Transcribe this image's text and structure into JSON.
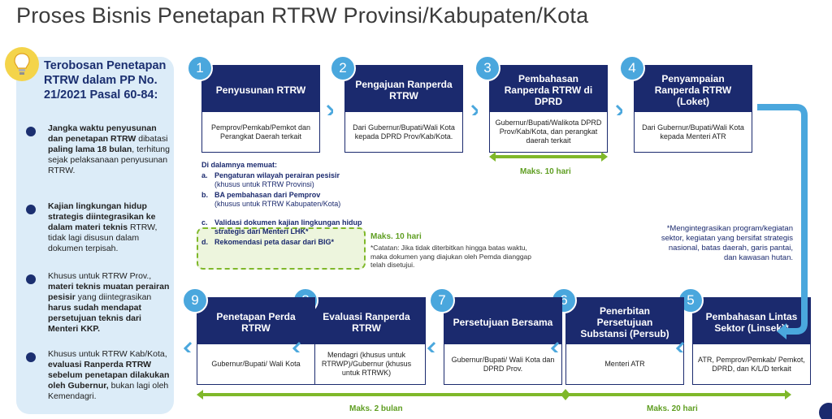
{
  "title": "Proses Bisnis Penetapan RTRW Provinsi/Kabupaten/Kota",
  "panel": {
    "title": "Terobosan Penetapan RTRW dalam PP No. 21/2021 Pasal 60-84:",
    "bullets": [
      {
        "parts": [
          {
            "b": true,
            "t": "Jangka waktu penyusunan dan penetapan RTRW"
          },
          {
            "b": false,
            "t": " dibatasi "
          },
          {
            "b": true,
            "t": "paling lama 18 bulan"
          },
          {
            "b": false,
            "t": ", terhitung sejak pelaksanaan penyusunan RTRW."
          }
        ]
      },
      {
        "parts": [
          {
            "b": true,
            "t": "Kajian lingkungan hidup strategis diintegrasikan ke dalam materi teknis"
          },
          {
            "b": false,
            "t": " RTRW, tidak lagi disusun dalam dokumen terpisah."
          }
        ]
      },
      {
        "parts": [
          {
            "b": false,
            "t": "Khusus untuk RTRW Prov., "
          },
          {
            "b": true,
            "t": "materi teknis muatan perairan pesisir"
          },
          {
            "b": false,
            "t": " yang diintegrasikan "
          },
          {
            "b": true,
            "t": "harus sudah mendapat persetujuan teknis dari Menteri KKP."
          }
        ]
      },
      {
        "parts": [
          {
            "b": false,
            "t": "Khusus untuk RTRW Kab/Kota, "
          },
          {
            "b": true,
            "t": "evaluasi Ranperda RTRW sebelum penetapan dilakukan oleh Gubernur,"
          },
          {
            "b": false,
            "t": " bukan lagi oleh Kemendagri."
          }
        ]
      }
    ]
  },
  "steps": [
    {
      "num": "1",
      "title": "Penyusunan RTRW",
      "desc": "Pemprov/Pemkab/Pemkot dan Perangkat Daerah terkait"
    },
    {
      "num": "2",
      "title": "Pengajuan Ranperda RTRW",
      "desc": "Dari Gubernur/Bupati/Wali Kota kepada DPRD Prov/Kab/Kota."
    },
    {
      "num": "3",
      "title": "Pembahasan Ranperda RTRW di DPRD",
      "desc": "Gubernur/Bupati/Walikota DPRD Prov/Kab/Kota, dan perangkat daerah terkait"
    },
    {
      "num": "4",
      "title": "Penyampaian Ranperda RTRW (Loket)",
      "desc": "Dari Gubernur/Bupati/Wali Kota kepada Menteri ATR"
    },
    {
      "num": "5",
      "title": "Pembahasan Lintas Sektor (Linsek)*",
      "desc": "ATR, Pemprov/Pemkab/ Pemkot, DPRD, dan K/L/D terkait"
    },
    {
      "num": "6",
      "title": "Penerbitan Persetujuan Substansi (Persub)",
      "desc": "Menteri ATR"
    },
    {
      "num": "7",
      "title": "Persetujuan Bersama",
      "desc": "Gubernur/Bupati/ Wali Kota dan DPRD Prov."
    },
    {
      "num": "8",
      "title": "Evaluasi Ranperda RTRW",
      "desc": "Mendagri (khusus untuk RTRWP)/Gubernur (khusus untuk RTRWK)"
    },
    {
      "num": "9",
      "title": "Penetapan Perda RTRW",
      "desc": "Gubernur/Bupati/ Wali Kota"
    }
  ],
  "notes": {
    "heading": "Di dalamnya memuat:",
    "items": [
      {
        "label": "a.",
        "text": "Pengaturan wilayah perairan pesisir",
        "sub": "(khusus untuk RTRW Provinsi)"
      },
      {
        "label": "b.",
        "text": "BA pembahasan dari Pemprov",
        "sub": "(khusus untuk RTRW Kabupaten/Kota)"
      },
      {
        "label": "c.",
        "text": "Validasi dokumen kajian lingkungan hidup strategis dari Menteri LHK*",
        "sub": ""
      },
      {
        "label": "d.",
        "text": "Rekomendasi peta dasar dari BIG*",
        "sub": ""
      }
    ]
  },
  "durations": {
    "step3": "Maks. 10 hari",
    "notes": "Maks. 10 hari",
    "bottom_left": "Maks. 2 bulan",
    "bottom_right": "Maks. 20 hari"
  },
  "caption": "*Catatan: Jika tidak diterbitkan hingga batas waktu, maka dokumen yang diajukan oleh Pemda dianggap telah disetujui.",
  "right_note": "*Mengintegrasikan program/kegiatan sektor, kegiatan yang bersifat strategis nasional, batas daerah, garis pantai, dan kawasan hutan.",
  "colors": {
    "navy": "#1b2a6e",
    "badge": "#4aa7dd",
    "green": "#7fb82a",
    "panel": "#dcecf8",
    "bulb": "#f4d44a"
  }
}
